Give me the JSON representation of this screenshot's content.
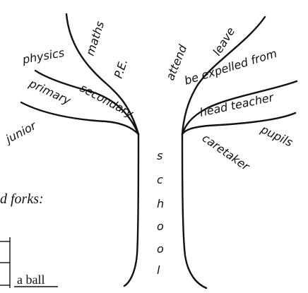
{
  "branch_words": {
    "physics": "physics",
    "maths": "maths",
    "pe": "P.E.",
    "attend": "attend",
    "leave": "leave",
    "primary": "primary",
    "secondary": "secondary",
    "be_expelled_from": "be expelled from",
    "head_teacher": "head teacher",
    "junior": "junior",
    "pupils": "pupils",
    "caretaker": "caretaker"
  },
  "trunk_letters": [
    "s",
    "c",
    "h",
    "o",
    "o",
    "l"
  ],
  "margin_text": {
    "forks_heading": "d forks:",
    "a_ball": "a ball"
  }
}
